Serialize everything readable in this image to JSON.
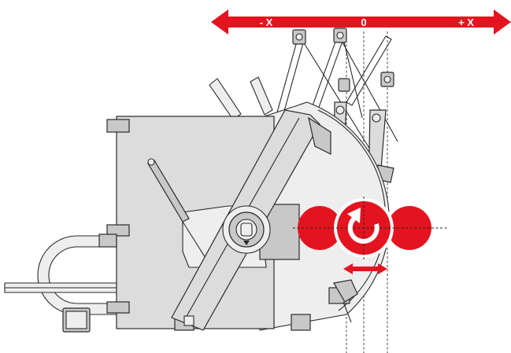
{
  "axis": {
    "neg_label": "- X",
    "zero_label": "0",
    "pos_label": "+ X",
    "color": "#e3141f"
  },
  "icons": {
    "rotation": "rotate-icon",
    "travel": "double-arrow-icon"
  }
}
